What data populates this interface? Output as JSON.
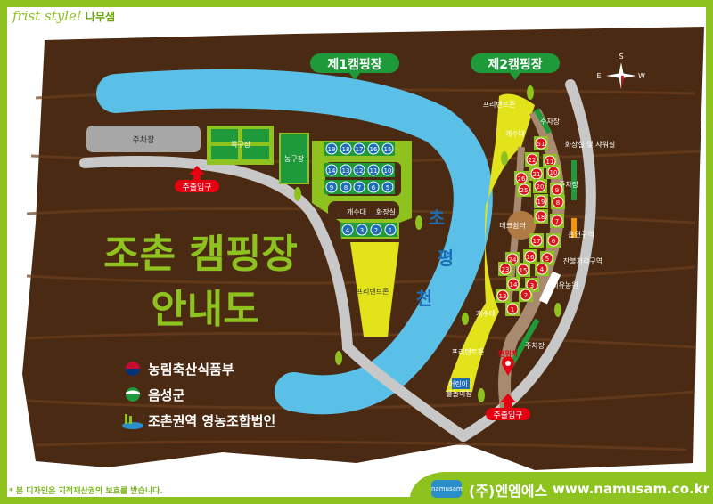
{
  "header": {
    "style_text": "frist style!",
    "brand": "나무샘"
  },
  "title": {
    "line1": "조촌 캠핑장",
    "line2": "안내도"
  },
  "zones": {
    "zone1": "제1캠핑장",
    "zone2": "제2캠핑장"
  },
  "river": [
    "초",
    "평",
    "천"
  ],
  "compass": {
    "top": "S",
    "left": "E",
    "right": "W"
  },
  "zone1_labels": {
    "parking": "주차장",
    "jokgu": "족구장",
    "basketball": "농구장",
    "sink": "개수대",
    "toilet": "화장실",
    "free_tent": "프리텐트존",
    "entrance": "주출입구"
  },
  "zone1_sites": [
    "19",
    "18",
    "17",
    "16",
    "15",
    "14",
    "13",
    "12",
    "11",
    "10",
    "9",
    "8",
    "7",
    "6",
    "5",
    "4",
    "3",
    "2",
    "1"
  ],
  "zone2_labels": {
    "free_tent_top": "프리텐트존",
    "parking1": "주차장",
    "sink1": "개수대",
    "toilet_shower": "화장실 및 샤워실",
    "parking2": "주차장",
    "deck": "데크쉼터",
    "smoking": "흡연구역",
    "ember": "잔불처리구역",
    "healing_farm": "치유농원",
    "sink2": "개수대",
    "parking3": "주차장",
    "free_tent_bottom": "프리텐트존",
    "current_location": "현위치",
    "kids_pool_1": "어린이",
    "kids_pool_2": "물놀이장",
    "entrance": "주출입구"
  },
  "zone2_sites": [
    "51",
    "11",
    "22",
    "10",
    "21",
    "26",
    "20",
    "9",
    "25",
    "19",
    "8",
    "18",
    "7",
    "17",
    "6",
    "16",
    "5",
    "24",
    "15",
    "4",
    "23",
    "14",
    "3",
    "13",
    "2",
    "1"
  ],
  "sponsors": [
    "농림축산식품부",
    "음성군",
    "조촌권역 영농조합법인"
  ],
  "footer": {
    "copyright": "* 본 디자인은 지적재산권의 보호를 받습니다.",
    "logo": "namusam",
    "company": "(주)엔엠에스",
    "url": "www.namusam.co.kr"
  },
  "colors": {
    "accent": "#8dc21f",
    "board": "#4a2a12",
    "river": "#5bc0e8",
    "site_red": "#d9141b",
    "site_blue": "#1c6db5",
    "free_tent": "#e3e31c",
    "field": "#1f9a3a"
  }
}
